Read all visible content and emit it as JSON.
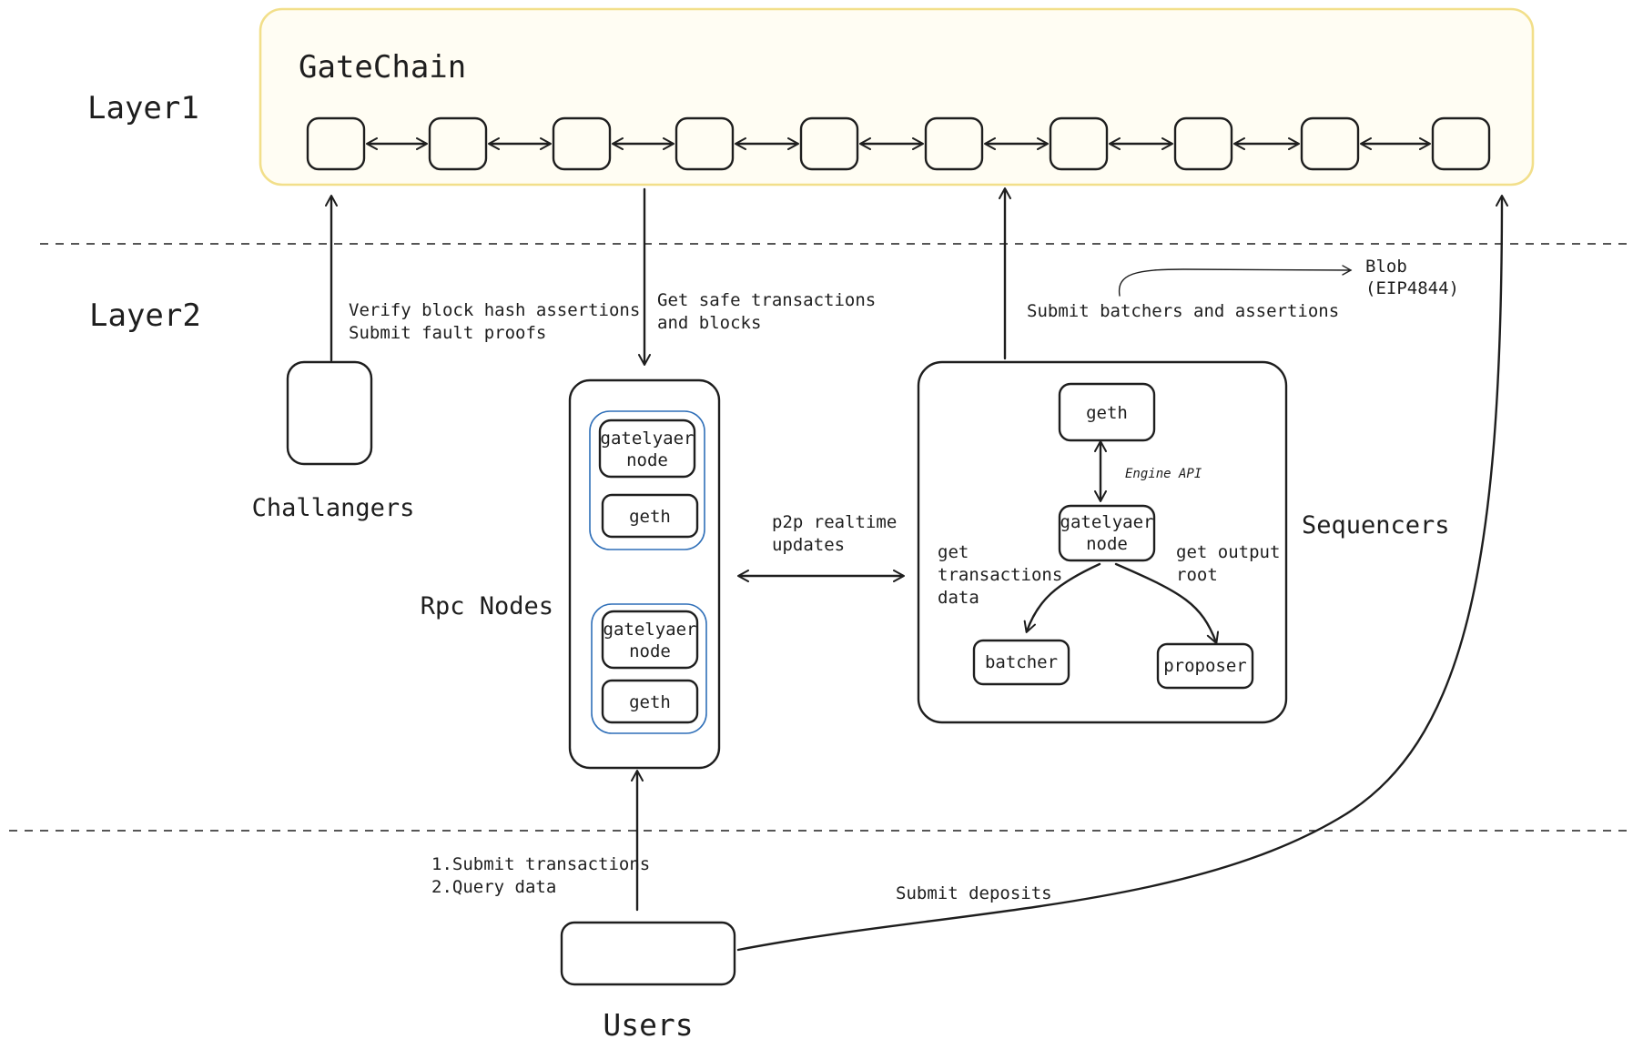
{
  "layers": {
    "layer1": "Layer1",
    "layer2": "Layer2"
  },
  "gatechain": {
    "title": "GateChain",
    "border_color": "#f2df8a",
    "fill_color": "#fffdf3",
    "block_count": 10
  },
  "challengers": {
    "label": "Challangers",
    "note_line1": "Verify block hash assertions",
    "note_line2": "Submit fault proofs"
  },
  "rpc": {
    "label": "Rpc Nodes",
    "get_line1": "Get safe transactions",
    "get_line2": "and blocks",
    "group_color": "#2f6fb8",
    "nodes": [
      {
        "node_line1": "gatelyaer",
        "node_line2": "node",
        "geth": "geth"
      },
      {
        "node_line1": "gatelyaer",
        "node_line2": "node",
        "geth": "geth"
      }
    ]
  },
  "p2p": {
    "line1": "p2p realtime",
    "line2": "updates"
  },
  "sequencers": {
    "label": "Sequencers",
    "submit_note": "Submit batchers and assertions",
    "blob_line1": "Blob",
    "blob_line2": "(EIP4844)",
    "geth": "geth",
    "engine_api": "Engine API",
    "node_line1": "gatelyaer",
    "node_line2": "node",
    "get_tx_line1": "get",
    "get_tx_line2": "transactions",
    "get_tx_line3": "data",
    "get_out_line1": "get output",
    "get_out_line2": "root",
    "batcher": "batcher",
    "proposer": "proposer"
  },
  "users": {
    "label": "Users",
    "line1": "1.Submit transactions",
    "line2": "2.Query data",
    "deposits": "Submit deposits"
  }
}
